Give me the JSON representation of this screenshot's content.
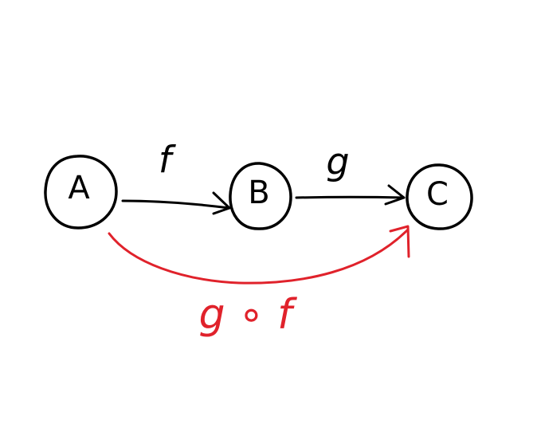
{
  "colors": {
    "ink": "#000000",
    "composition": "#e0222b",
    "background": "#ffffff"
  },
  "nodes": [
    {
      "id": "A",
      "label": "A"
    },
    {
      "id": "B",
      "label": "B"
    },
    {
      "id": "C",
      "label": "C"
    }
  ],
  "edges": [
    {
      "from": "A",
      "to": "B",
      "label": "f"
    },
    {
      "from": "B",
      "to": "C",
      "label": "g"
    },
    {
      "from": "A",
      "to": "C",
      "label": "g ∘ f",
      "style": "composition"
    }
  ]
}
